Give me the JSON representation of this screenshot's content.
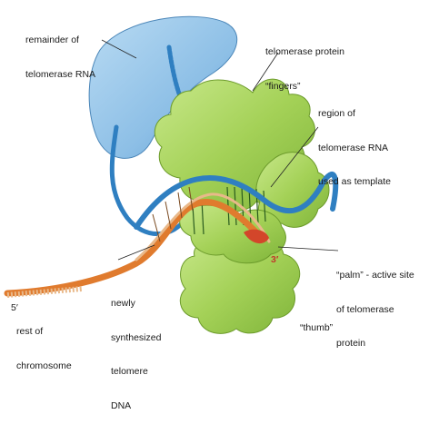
{
  "labels": {
    "telomerase_rna": [
      "remainder of",
      "telomerase RNA"
    ],
    "fingers": [
      "telomerase protein",
      "“fingers”"
    ],
    "template": [
      "region of",
      "telomerase RNA",
      "used as template"
    ],
    "three_prime": "3′",
    "five_prime": "5′",
    "palm": [
      "“palm” - active site",
      "of telomerase",
      "protein"
    ],
    "thumb": "“thumb”",
    "chromosome": [
      "rest of",
      "chromosome"
    ],
    "new_dna": [
      "newly",
      "synthesized",
      "telomere",
      "DNA"
    ]
  },
  "colors": {
    "rna": "#8dbfe6",
    "rna_strand": "#2f7fc1",
    "protein": "#a8d45a",
    "dna_orange": "#e07b2e",
    "dna_tan": "#e9b98a"
  }
}
